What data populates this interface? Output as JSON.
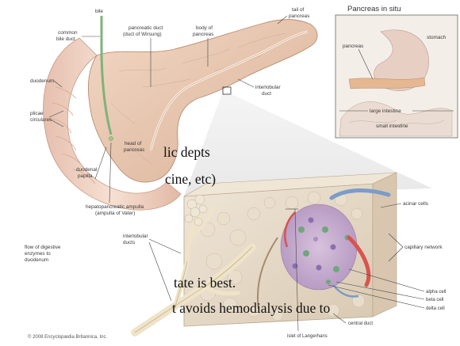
{
  "labels": {
    "bile": "bile",
    "common_bile_duct_1": "common",
    "common_bile_duct_2": "bile duct",
    "pancreatic_duct_1": "pancreatic duct",
    "pancreatic_duct_2": "(duct of Wirsung)",
    "body_1": "body of",
    "body_2": "pancreas",
    "tail_1": "tail of",
    "tail_2": "pancreas",
    "duodenum": "duodenum",
    "interlobular_duct_1": "interlobular",
    "interlobular_duct_2": "duct",
    "plicae_1": "plicae",
    "plicae_2": "circulares",
    "head_1": "head of",
    "head_2": "pancreas",
    "duodenal_papilla_1": "duodenal",
    "duodenal_papilla_2": "papilla",
    "ampulla_1": "hepatopancreatic ampulla",
    "ampulla_2": "(ampulla of Vater)",
    "acinar_cells": "acinar cells",
    "capillary_network": "capillary network",
    "flow_1": "flow of digestive",
    "flow_2": "enzymes to",
    "flow_3": "duodenum",
    "interlobular_ducts_1": "interlobular",
    "interlobular_ducts_2": "ducts",
    "alpha_cell": "alpha cell",
    "beta_cell": "beta cell",
    "delta_cell": "delta cell",
    "central_duct": "central duct",
    "islet": "islet of Langerhans",
    "credit": "© 2008 Encyclopædia Britannica, Inc."
  },
  "inset": {
    "title": "Pancreas in situ",
    "pancreas": "pancreas",
    "stomach": "stomach",
    "large_intestine": "large intestine",
    "small_intestine": "small intestine"
  },
  "overlay_text": {
    "line1": "lic depts",
    "line2": "cine, etc)",
    "line3": "tate is best.",
    "line4": "t avoids hemodialysis due to"
  },
  "colors": {
    "pancreas": "#e9c8b2",
    "duodenum": "#efd0c0",
    "tissue": "#e8dccc",
    "islet": "#c9aed0",
    "alpha": "#6fa77a",
    "beta": "#8a6fb0",
    "vessel_red": "#d9534f",
    "vessel_blue": "#7a9cc9"
  }
}
